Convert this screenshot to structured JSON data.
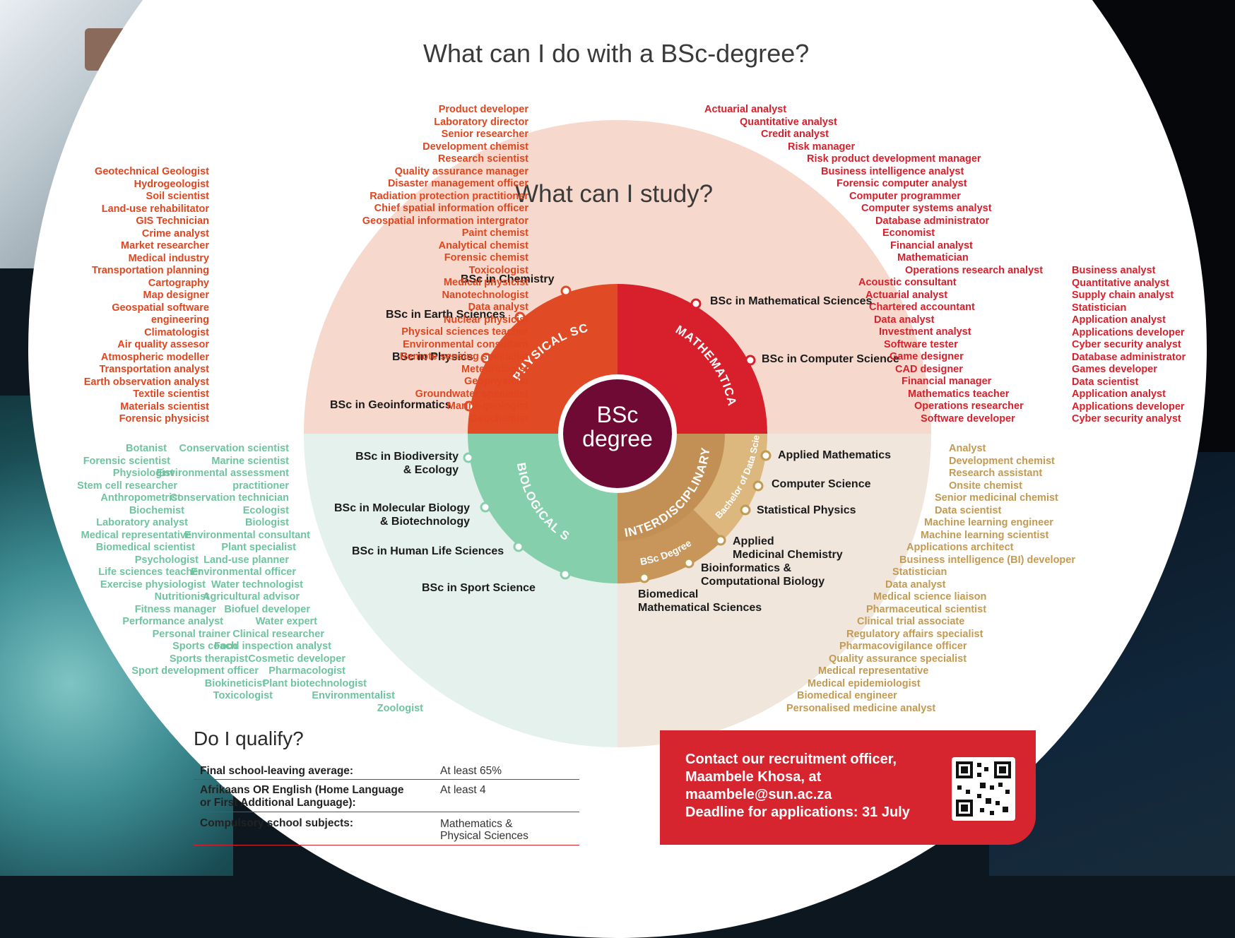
{
  "headings": {
    "main": "What can I do with a BSc-degree?",
    "study": "What can I study?",
    "qualify": "Do I qualify?"
  },
  "center": {
    "line1": "BSc",
    "line2": "degree"
  },
  "sectors": {
    "physical": "PHYSICAL SCIENCES",
    "mathematical": "MATHEMATICAL SCIENCES",
    "biological": "BIOLOGICAL SCIENCES",
    "interdisciplinary": "INTERDISCIPLINARY",
    "data_science": "Bachelor of Data Science",
    "bsc_degree": "BSc Degree"
  },
  "degrees": {
    "chemistry": "BSc in Chemistry",
    "earth": "BSc in Earth Sciences",
    "physics": "BSc in Physics",
    "geoinformatics": "BSc in Geoinformatics",
    "mathematical": "BSc in Mathematical Sciences",
    "computer": "BSc in Computer Science",
    "biodiversity_1": "BSc in Biodiversity",
    "biodiversity_2": "& Ecology",
    "molecular_1": "BSc in Molecular Biology",
    "molecular_2": "& Biotechnology",
    "human_life": "BSc in Human Life Sciences",
    "sport": "BSc in Sport Science",
    "applied_math": "Applied Mathematics",
    "comp_sci": "Computer Science",
    "stat_physics": "Statistical Physics",
    "applied_med_1": "Applied",
    "applied_med_2": "Medicinal Chemistry",
    "bioinf_1": "Bioinformatics &",
    "bioinf_2": "Computational Biology",
    "biomed_1": "Biomedical",
    "biomed_2": "Mathematical Sciences"
  },
  "careers": {
    "physical_inner": [
      "Product developer",
      "Laboratory director",
      "Senior researcher",
      "Development chemist",
      "Research scientist",
      "Quality assurance manager",
      "Disaster management officer",
      "Radiation protection practitioner",
      "Chief spatial information officer",
      "Geospatial information intergrator",
      "Paint chemist",
      "Analytical chemist",
      "Forensic chemist",
      "Toxicologist",
      "Medical physicist",
      "Nanotechnologist",
      "Data analyst",
      "Nuclear physicist",
      "Physical sciences teacher",
      "Environmental consultant",
      "Remote sensing specialist",
      "Meteorologist",
      "Geophysicist",
      "Groundwater specialist",
      "Marine geologist",
      "Geochemist"
    ],
    "physical_outer": [
      "Geotechnical Geologist",
      "Hydrogeologist",
      "Soil scientist",
      "Land-use rehabilitator",
      "GIS Technician",
      "Crime analyst",
      "Market researcher",
      "Medical industry",
      "Transportation planning",
      "Cartography",
      "Map designer",
      "Geospatial software",
      "engineering",
      "Climatologist",
      "Air quality assesor",
      "Atmospheric modeller",
      "Transportation analyst",
      "Earth observation analyst",
      "Textile scientist",
      "Materials scientist",
      "Forensic physicist"
    ],
    "math_inner": [
      "Actuarial analyst",
      "Quantitative analyst",
      "Credit analyst",
      "Risk manager",
      "Risk product development manager",
      "Business intelligence analyst",
      "Forensic computer analyst",
      "Computer programmer",
      "Computer systems analyst",
      "Database administrator",
      "Economist",
      "Financial analyst",
      "Mathematician",
      "Operations research analyst",
      "Acoustic consultant",
      "Actuarial analyst",
      "Chartered accountant",
      "Data analyst",
      "Investment analyst",
      "Software tester",
      "Game designer",
      "CAD designer",
      "Financial manager",
      "Mathematics teacher",
      "Operations researcher",
      "Software developer"
    ],
    "math_outer": [
      "Business analyst",
      "Quantitative analyst",
      "Supply chain analyst",
      "Statistician",
      "Application analyst",
      "Applications developer",
      "Cyber security analyst",
      "Database administrator",
      "Games developer",
      "Data scientist",
      "Application analyst",
      "Applications developer",
      "Cyber security analyst"
    ],
    "bio_outer": [
      "Botanist",
      "Forensic scientist",
      "Physiologist",
      "Stem cell researcher",
      "Anthropometrist",
      "Biochemist",
      "Laboratory analyst",
      "Medical representative",
      "Biomedical scientist",
      "Psychologist",
      "Life sciences teacher",
      "Exercise physiologist",
      "Nutritionist",
      "Fitness manager",
      "Performance analyst",
      "Personal trainer",
      "Sports coach",
      "Sports therapist",
      "Sport development officer",
      "Biokineticist",
      "Toxicologist"
    ],
    "bio_inner": [
      "Conservation scientist",
      "Marine scientist",
      "Environmental assessment",
      "practitioner",
      "Conservation technician",
      "Ecologist",
      "Biologist",
      "Environmental consultant",
      "Plant specialist",
      "Land-use planner",
      "Environmental officer",
      "Water technologist",
      "Agricultural advisor",
      "Biofuel developer",
      "Water expert",
      "Clinical researcher",
      "Food inspection analyst",
      "Cosmetic developer",
      "Pharmacologist",
      "Plant biotechnologist",
      "Environmentalist",
      "Zoologist"
    ],
    "inter": [
      "Analyst",
      "Development chemist",
      "Research assistant",
      "Onsite chemist",
      "Senior medicinal chemist",
      "Data scientist",
      "Machine learning engineer",
      "Machine learning scientist",
      "Applications architect",
      "Business intelligence (BI) developer",
      "Statistician",
      "Data analyst",
      "Medical science liaison",
      "Pharmaceutical scientist",
      "Clinical trial associate",
      "Regulatory affairs specialist",
      "Pharmacovigilance officer",
      "Quality assurance specialist",
      "Medical representative",
      "Medical epidemiologist",
      "Biomedical engineer",
      "Personalised medicine analyst"
    ]
  },
  "qualify": [
    {
      "label": "Final school-leaving average:",
      "value": "At least 65%"
    },
    {
      "label": "Afrikaans OR English (Home Language\nor First Additional Language):",
      "value": "At least 4"
    },
    {
      "label": "Compulsory school subjects:",
      "value": "Mathematics &\nPhysical Sciences"
    }
  ],
  "contact": {
    "line1": "Contact our recruitment officer,",
    "line2": "Maambele Khosa, at",
    "line3": "maambele@sun.ac.za",
    "line4": "Deadline for applications: 31 July"
  },
  "colors": {
    "red": "#d8202c",
    "orange": "#e0461f",
    "green": "#6fc4a0",
    "gold": "#c29a52",
    "center": "#6e0a34"
  }
}
